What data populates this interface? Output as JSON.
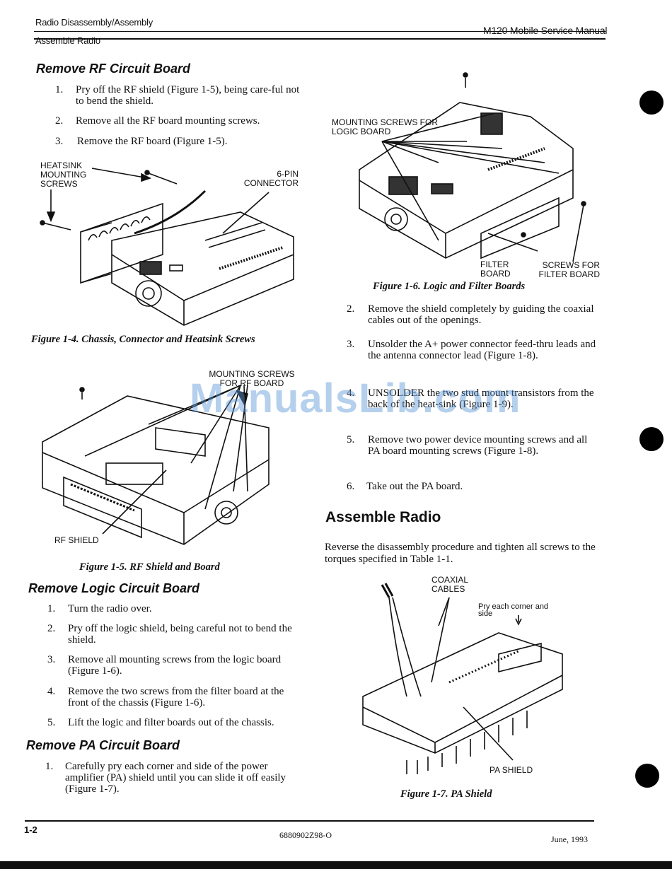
{
  "header": {
    "left_top": "Radio Disassembly/Assembly",
    "left_bottom": "Assemble Radio",
    "right": "M120 Mobile Service Manual"
  },
  "watermark": "ManualsLib.com",
  "rf_section": {
    "heading": "Remove RF Circuit Board",
    "steps": [
      {
        "num": "1.",
        "text": "Pry off the RF shield (Figure 1-5), being care-ful not to bend the shield."
      },
      {
        "num": "2.",
        "text": "Remove all the RF board mounting screws."
      },
      {
        "num": "3.",
        "text": "Remove the RF board (Figure 1-5)."
      }
    ]
  },
  "fig_1_4": {
    "label_heatsink": "HEATSINK MOUNTING SCREWS",
    "label_connector": "6-PIN CONNECTOR",
    "caption": "Figure 1-4.   Chassis, Connector and Heatsink Screws"
  },
  "fig_1_5": {
    "label_mounting": "MOUNTING SCREWS FOR RF BOARD",
    "label_shield": "RF SHIELD",
    "caption": "Figure 1-5.   RF Shield and Board"
  },
  "logic_section": {
    "heading": "Remove Logic Circuit Board",
    "steps": [
      {
        "num": "1.",
        "text": "Turn the radio over."
      },
      {
        "num": "2.",
        "text": "Pry off the logic shield, being careful not to bend the shield."
      },
      {
        "num": "3.",
        "text": "Remove all mounting screws from the logic board (Figure 1-6)."
      },
      {
        "num": "4.",
        "text": "Remove the two screws from the filter board at the front of the chassis (Figure 1-6)."
      },
      {
        "num": "5.",
        "text": "Lift the logic and filter boards out of the chassis."
      }
    ]
  },
  "pa_section": {
    "heading": "Remove PA Circuit Board",
    "steps": [
      {
        "num": "1.",
        "text": "Carefully pry each corner and side of the power amplifier (PA) shield until you can slide it off easily (Figure 1-7)."
      }
    ]
  },
  "fig_1_6": {
    "label_mounting": "MOUNTING SCREWS FOR LOGIC BOARD",
    "label_filter": "FILTER BOARD",
    "label_screws": "SCREWS FOR FILTER BOARD",
    "caption": "Figure 1-6.   Logic and Filter Boards"
  },
  "right_steps": [
    {
      "num": "2.",
      "text": "Remove the shield completely by guiding the coaxial cables out of the openings."
    },
    {
      "num": "3.",
      "text": "Unsolder the A+ power connector feed-thru leads and the antenna connector lead (Figure 1-8)."
    },
    {
      "num": "4.",
      "text": "UNSOLDER the two stud mount transistors from the back of the heat-sink (Figure 1-9)."
    },
    {
      "num": "5.",
      "text": "Remove two power device mounting screws and all PA board mounting screws (Figure 1-8)."
    },
    {
      "num": "6.",
      "text": "Take out the PA board."
    }
  ],
  "assemble_section": {
    "heading": "Assemble Radio",
    "body": "Reverse the disassembly procedure and tighten all screws to the torques specified in Table 1-1."
  },
  "fig_1_7": {
    "label_coax": "COAXIAL CABLES",
    "label_pry": "Pry each corner and side",
    "label_shield": "PA SHIELD",
    "caption": "Figure 1-7.   PA Shield"
  },
  "footer": {
    "page": "1-2",
    "doc_number": "6880902Z98-O",
    "date": "June, 1993"
  }
}
